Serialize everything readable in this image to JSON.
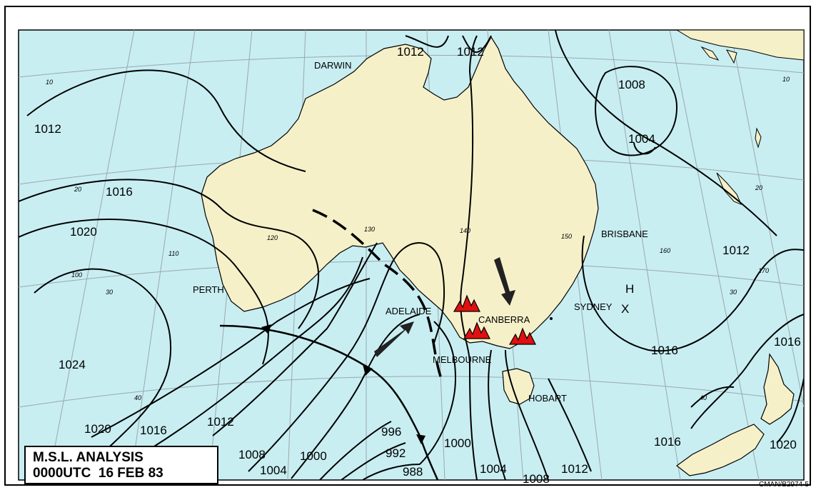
{
  "map": {
    "title_line1": "M.S.L. ANALYSIS",
    "title_line2": "0000UTC  16 FEB 83",
    "credit": "CMAN/B2974-5",
    "colors": {
      "ocean": "#c8eef2",
      "land": "#f5f0c8",
      "fire": "#e01010",
      "grid": "#9aa8ae",
      "isobar": "#000000"
    },
    "cities": {
      "darwin": "DARWIN",
      "perth": "PERTH",
      "adelaide": "ADELAIDE",
      "canberra": "CANBERRA",
      "sydney": "SYDNEY",
      "brisbane": "BRISBANE",
      "melbourne": "MELBOURNE",
      "hobart": "HOBART"
    },
    "pressure_centers": {
      "high": "H",
      "low_marker": "X"
    },
    "isobar_labels": {
      "i1012_nw": "1012",
      "i1012_n1": "1012",
      "i1012_n2": "1012",
      "i1008_ne": "1008",
      "i1004_ne": "1004",
      "i1016_w": "1016",
      "i1020_w": "1020",
      "i1024_w": "1024",
      "i1020_sw": "1020",
      "i1016_sw": "1016",
      "i1012_sw": "1012",
      "i1008_s": "1008",
      "i1004_s": "1004",
      "i1000_s": "1000",
      "i996": "996",
      "i992": "992",
      "i988": "988",
      "i1000_se": "1000",
      "i1004_se": "1004",
      "i1008_se": "1008",
      "i1012_se": "1012",
      "i1012_e": "1012",
      "i1016_e": "1016",
      "i1016_far_e": "1016",
      "i1016_nz": "1016",
      "i1020_nz": "1020"
    },
    "graticule_labels": {
      "lat10_w": "10",
      "lat10_e": "10",
      "lat20_w": "20",
      "lat20_e": "20",
      "lat30_w": "30",
      "lat30_e": "30",
      "lat40_w": "40",
      "lat40_e": "40",
      "lon100": "100",
      "lon110": "110",
      "lon120": "120",
      "lon130": "130",
      "lon140": "140",
      "lon150": "150",
      "lon160": "160",
      "lon170": "170"
    }
  }
}
